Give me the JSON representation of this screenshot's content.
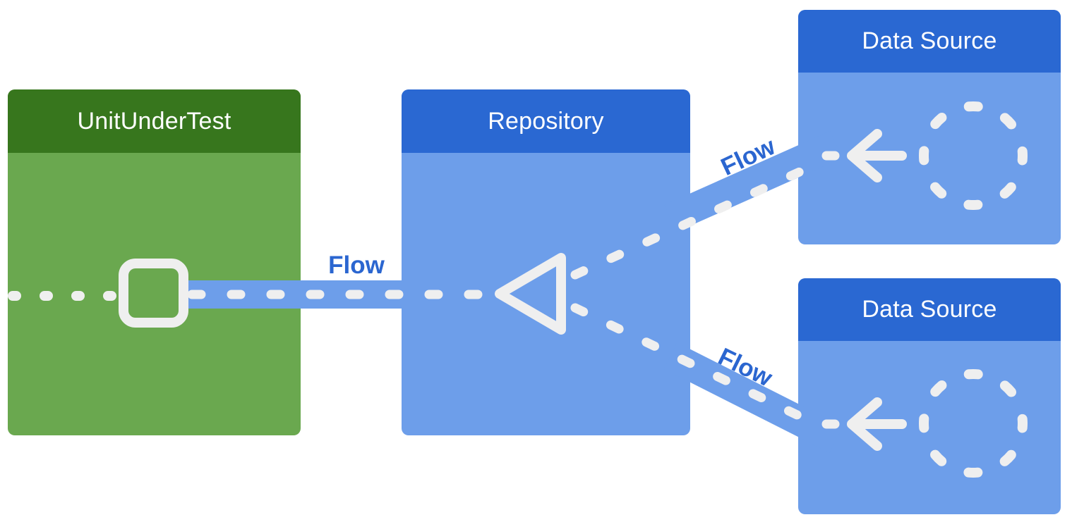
{
  "diagram": {
    "type": "architecture-flow-diagram",
    "boxes": [
      {
        "id": "unit-under-test",
        "title": "UnitUnderTest",
        "header_color": "#37761d",
        "body_color": "#6aa84f"
      },
      {
        "id": "repository",
        "title": "Repository",
        "header_color": "#2a68d2",
        "body_color": "#6d9eea"
      },
      {
        "id": "data-source-top",
        "title": "Data Source",
        "header_color": "#2a68d2",
        "body_color": "#6d9eea"
      },
      {
        "id": "data-source-bottom",
        "title": "Data Source",
        "header_color": "#2a68d2",
        "body_color": "#6d9eea"
      }
    ],
    "flows": [
      {
        "label": "Flow",
        "from": "repository",
        "to": "unit-under-test",
        "style": "dashed"
      },
      {
        "label": "Flow",
        "from": "data-source-top",
        "to": "repository",
        "style": "dashed"
      },
      {
        "label": "Flow",
        "from": "data-source-bottom",
        "to": "repository",
        "style": "dashed"
      }
    ],
    "icons": [
      {
        "name": "square-outline-icon",
        "location": "unit-under-test"
      },
      {
        "name": "triangle-outline-icon",
        "location": "repository"
      },
      {
        "name": "arrow-left-icon",
        "location": "data-source-top"
      },
      {
        "name": "dashed-circle-icon",
        "location": "data-source-top"
      },
      {
        "name": "arrow-left-icon",
        "location": "data-source-bottom"
      },
      {
        "name": "dashed-circle-icon",
        "location": "data-source-bottom"
      }
    ],
    "colors": {
      "page_bg": "#ffffff",
      "green_header": "#37761d",
      "green_body": "#6aa84f",
      "blue_header": "#2a68d2",
      "blue_body": "#6d9eea",
      "dash": "#efefef",
      "flow_text": "#2b66d0"
    }
  }
}
